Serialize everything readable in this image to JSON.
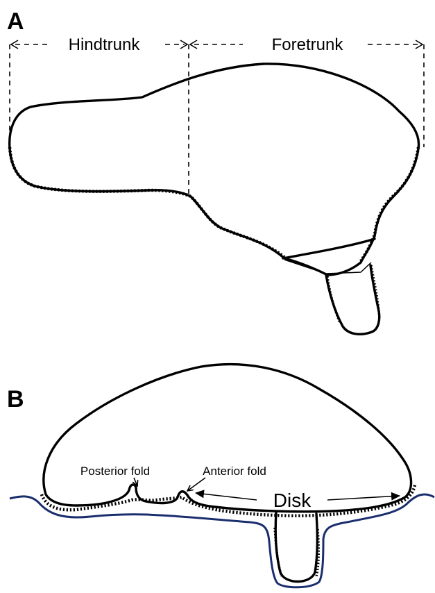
{
  "panel_a": {
    "letter": "A",
    "labels": {
      "hindtrunk": "Hindtrunk",
      "foretrunk": "Foretrunk"
    }
  },
  "panel_b": {
    "letter": "B",
    "labels": {
      "posterior_fold": "Posterior fold",
      "anterior_fold": "Anterior fold",
      "disk": "Disk"
    }
  },
  "colors": {
    "outline": "#000000",
    "substrate": "#1a2e6e"
  }
}
